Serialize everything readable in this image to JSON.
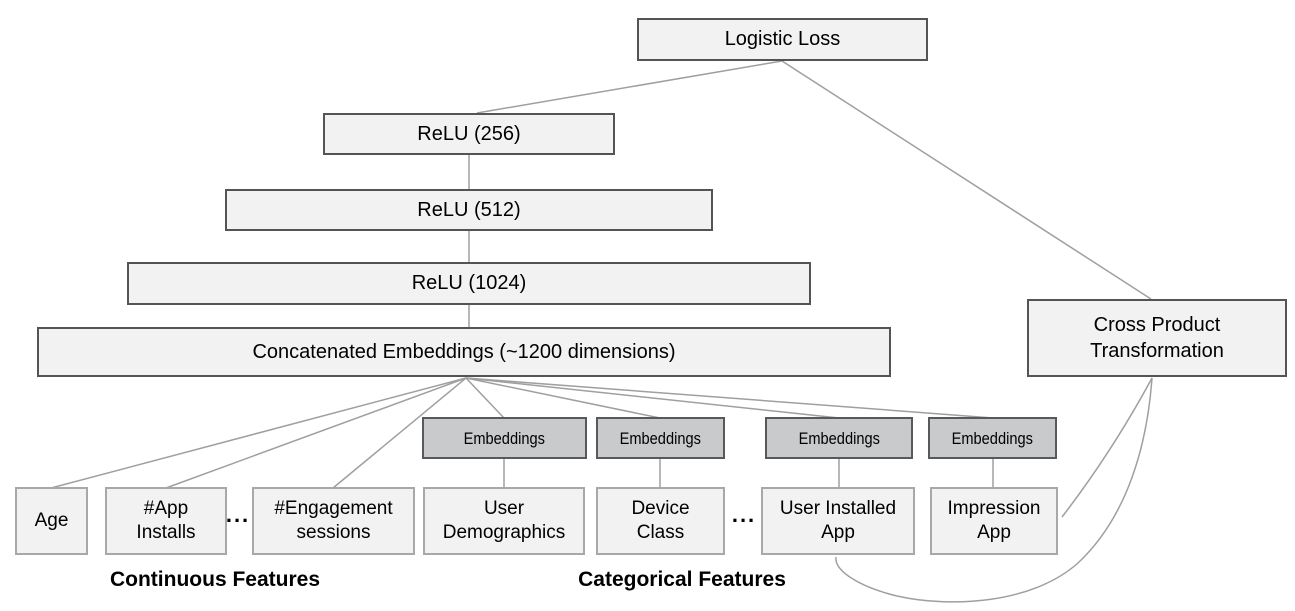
{
  "figure": {
    "nodes": {
      "logistic_loss": "Logistic Loss",
      "relu_256": "ReLU (256)",
      "relu_512": "ReLU (512)",
      "relu_1024": "ReLU (1024)",
      "concat": "Concatenated Embeddings (~1200 dimensions)",
      "cross_product": "Cross Product\nTransformation",
      "embeddings": "Embeddings",
      "age": "Age",
      "app_installs": "#App\nInstalls",
      "engagement_sessions": "#Engagement\nsessions",
      "user_demographics": "User\nDemographics",
      "device_class": "Device\nClass",
      "user_installed_app": "User Installed\nApp",
      "impression_app": "Impression\nApp",
      "ellipsis": "..."
    },
    "group_labels": {
      "continuous": "Continuous Features",
      "categorical": "Categorical Features"
    },
    "colors": {
      "deep_box_fill": "#f2f2f2",
      "deep_box_border": "#545456",
      "embedding_box_fill": "#c9cacb",
      "embedding_box_border": "#59595b",
      "feature_box_fill": "#f2f2f3",
      "feature_box_border": "#a6a8ab",
      "edge_line": "#9e9fa1",
      "text": "#000000",
      "background": "#ffffff"
    }
  }
}
